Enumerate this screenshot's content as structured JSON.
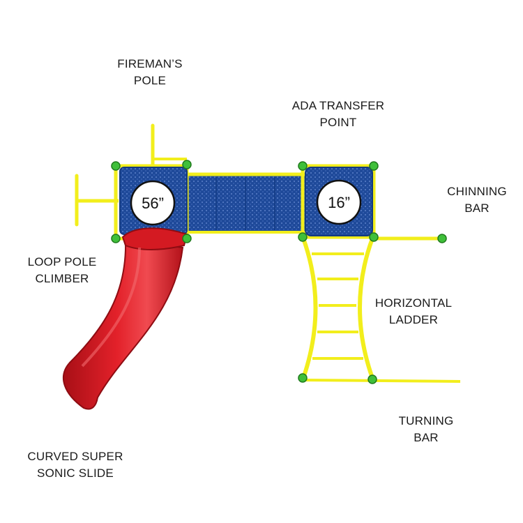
{
  "labels": {
    "firemans_pole": [
      "FIREMAN’S",
      "POLE"
    ],
    "ada_transfer_point": [
      "ADA TRANSFER",
      "POINT"
    ],
    "chinning_bar": [
      "CHINNING",
      "BAR"
    ],
    "loop_pole_climber": [
      "LOOP POLE",
      "CLIMBER"
    ],
    "horizontal_ladder": [
      "HORIZONTAL",
      "LADDER"
    ],
    "turning_bar": [
      "TURNING",
      "BAR"
    ],
    "curved_slide": [
      "CURVED SUPER",
      "SONIC SLIDE"
    ]
  },
  "deck_heights": {
    "left": "56”",
    "right": "16”"
  },
  "colors": {
    "frame": "#f2ee1c",
    "deck": "#1f4a9a",
    "deck_edge": "#143a80",
    "clamp": "#3fbf3a",
    "slide": "#d4141c",
    "slide_dark": "#9e0e14",
    "label_text": "#1a1a1a"
  }
}
